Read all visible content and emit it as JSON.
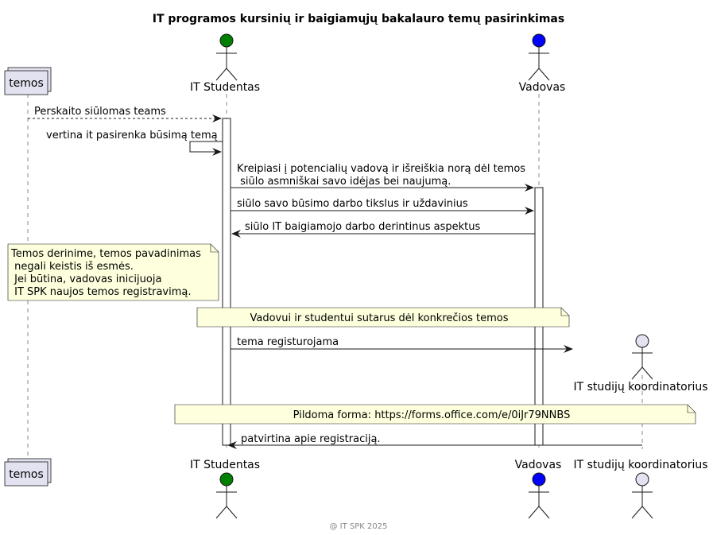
{
  "title": "IT programos kursinių ir baigiamųjų bakalauro temų pasirinkimas",
  "footer": "@ IT SPK 2025",
  "participants": {
    "temos": {
      "label": "temos"
    },
    "student": {
      "label": "IT Studentas",
      "color": "#008000"
    },
    "vadovas": {
      "label": "Vadovas",
      "color": "#0000FF"
    },
    "koord": {
      "label": "IT studijų koordinatorius",
      "color": "#E2E2F0"
    }
  },
  "messages": [
    {
      "lines": [
        "Perskaito siūlomas teams"
      ],
      "dashed": true
    },
    {
      "lines": [
        "vertina it pasirenka būsimą temą"
      ]
    },
    {
      "lines": [
        "Kreipiasi į potencialių vadovą ir išreiškia norą dėl temos",
        " siūlo asmniškai savo idėjas bei naujumą."
      ]
    },
    {
      "lines": [
        "siūlo savo būsimo darbo tikslus ir uždavinius"
      ]
    },
    {
      "lines": [
        "siūlo IT baigiamojo darbo derintinus aspektus"
      ]
    },
    {
      "lines": [
        "tema registurojama"
      ]
    },
    {
      "lines": [
        "patvirtina apie registraciją."
      ]
    }
  ],
  "notes": [
    {
      "lines": [
        "Temos derinime, temos pavadinimas",
        " negali keistis iš esmės.",
        " Jei būtina, vadovas inicijuoja",
        " IT SPK naujos temos registravimą."
      ]
    },
    {
      "lines": [
        "Vadovui ir studentui sutarus dėl konkrečios temos"
      ]
    },
    {
      "lines": [
        "Pildoma forma: https://forms.office.com/e/0iJr79NNBS"
      ]
    }
  ],
  "colors": {
    "participant_fill": "#E2E2F0",
    "participant_stroke": "#181818",
    "note_fill": "#FEFFDD",
    "lifeline": "#888888",
    "footer": "#888888"
  }
}
